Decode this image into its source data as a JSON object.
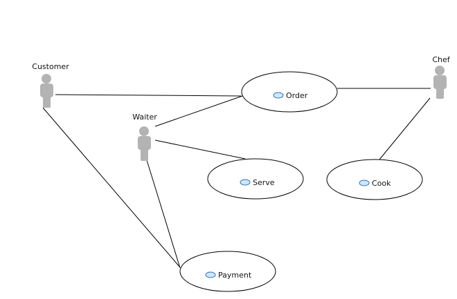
{
  "diagram": {
    "type": "use-case",
    "actors": [
      {
        "id": "customer",
        "label": "Customer"
      },
      {
        "id": "waiter",
        "label": "Waiter"
      },
      {
        "id": "chef",
        "label": "Chef"
      }
    ],
    "use_cases": [
      {
        "id": "order",
        "label": "Order"
      },
      {
        "id": "serve",
        "label": "Serve"
      },
      {
        "id": "cook",
        "label": "Cook"
      },
      {
        "id": "payment",
        "label": "Payment"
      }
    ],
    "associations": [
      {
        "from": "customer",
        "to": "order"
      },
      {
        "from": "customer",
        "to": "payment"
      },
      {
        "from": "waiter",
        "to": "order"
      },
      {
        "from": "waiter",
        "to": "serve"
      },
      {
        "from": "waiter",
        "to": "payment"
      },
      {
        "from": "chef",
        "to": "order"
      },
      {
        "from": "chef",
        "to": "cook"
      }
    ],
    "colors": {
      "actor_fill": "#b3b3b3",
      "line": "#000000",
      "ellipse_stroke": "#000000",
      "ellipse_fill": "#ffffff",
      "uc_icon_fill": "#cfe6ff",
      "uc_icon_stroke": "#2a6db8"
    }
  }
}
